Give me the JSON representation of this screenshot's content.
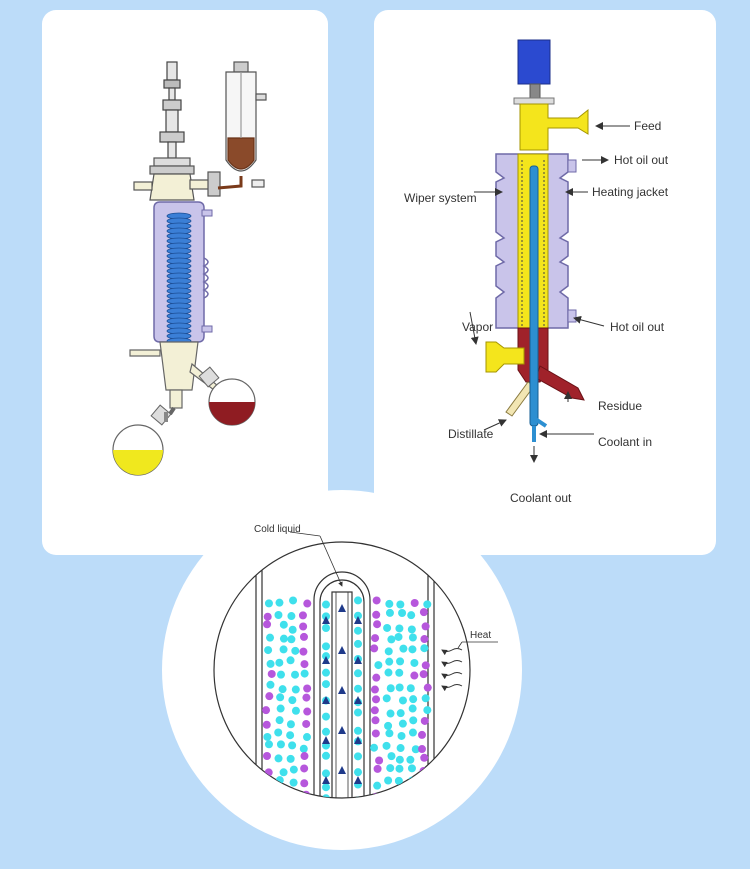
{
  "colors": {
    "background": "#bcdcf9",
    "jacket": "#c9c4ea",
    "jacket_stroke": "#6f6aa8",
    "feed": "#f4e51c",
    "residue": "#a0222a",
    "coolant": "#2d8fd1",
    "distillate": "#f2e6b3",
    "coil": "#3b7fd6",
    "particle_cyan": "#3fe0ec",
    "particle_purple": "#b657dc",
    "arrow": "#1f3a8a",
    "motor": "#2b4ad0"
  },
  "evaporator": {
    "labels": {
      "feed": "Feed",
      "hot_oil_out_top": "Hot oil out",
      "heating_jacket": "Heating jacket",
      "wiper_system": "Wiper system",
      "hot_oil_out_bottom": "Hot oil out",
      "vapor": "Vapor",
      "residue": "Residue",
      "distillate": "Distillate",
      "coolant_in": "Coolant in",
      "coolant_out": "Coolant out"
    }
  },
  "detail": {
    "labels": {
      "cold_liquid": "Cold liquid",
      "heat": "Heat"
    }
  }
}
